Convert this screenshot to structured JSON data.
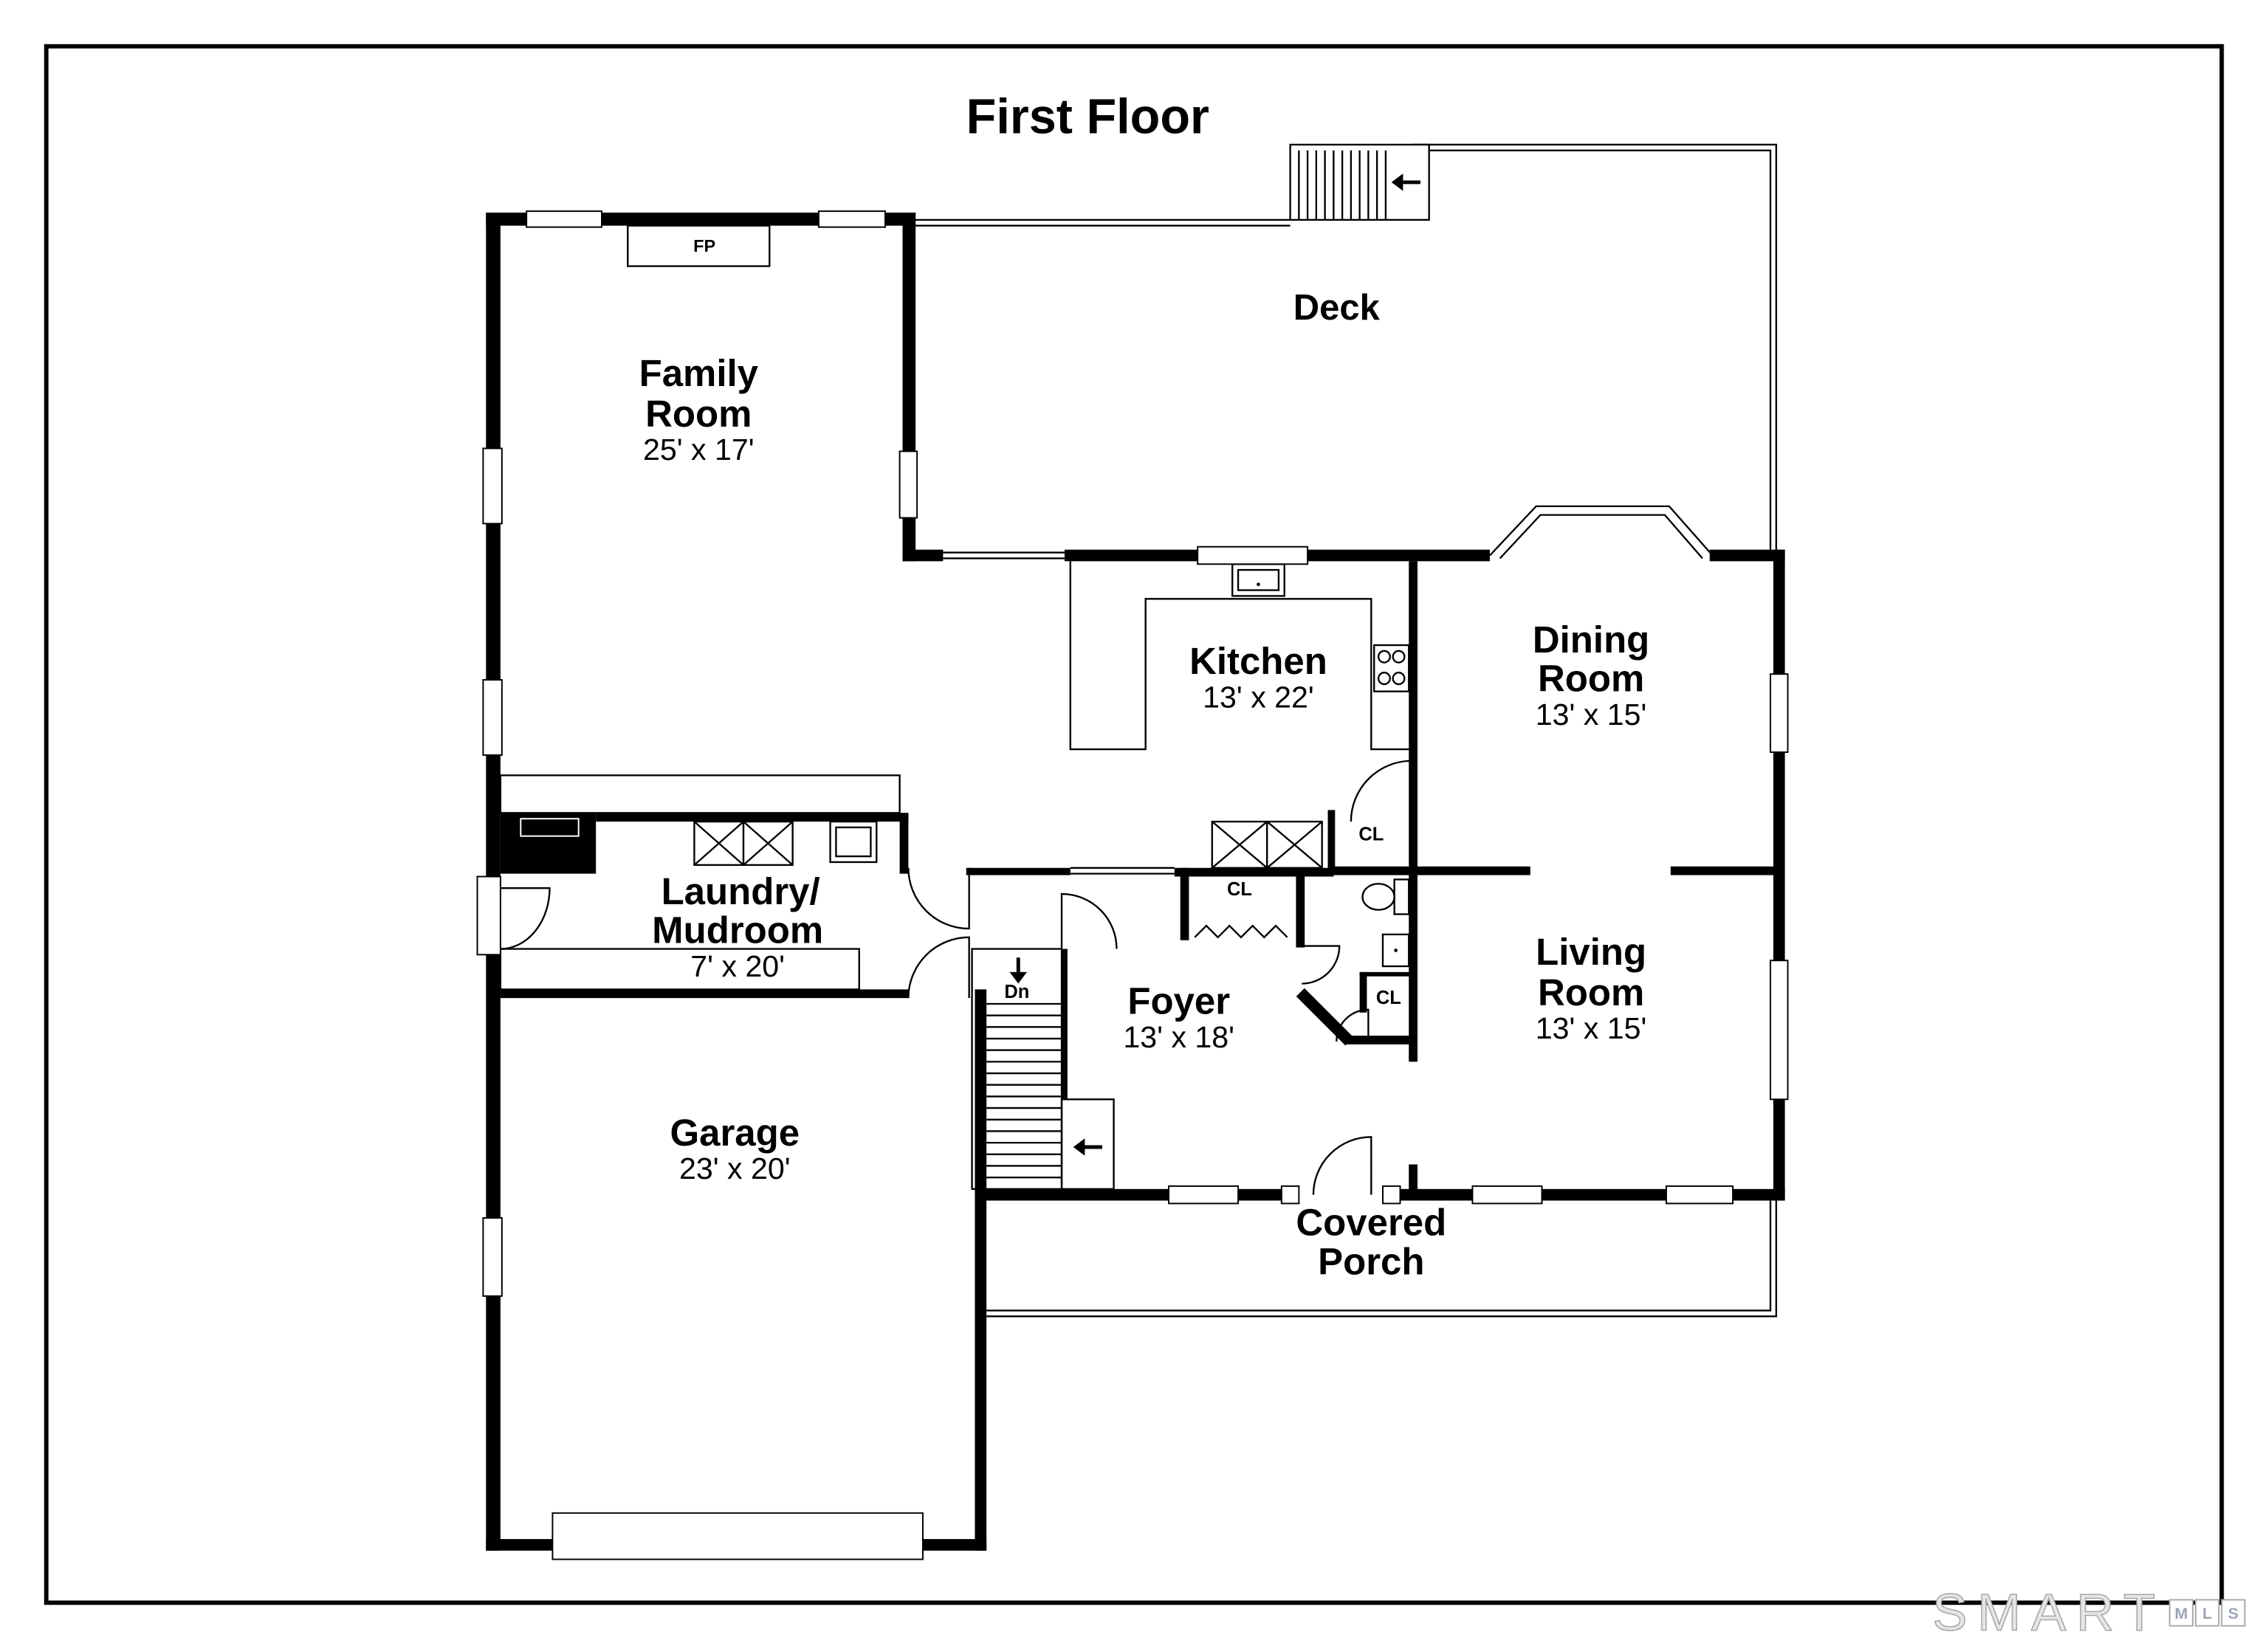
{
  "title": "First Floor",
  "rooms": {
    "family_room": {
      "name": [
        "Family",
        "Room"
      ],
      "size": "25' x 17'"
    },
    "kitchen": {
      "name": [
        "Kitchen"
      ],
      "size": "13' x 22'"
    },
    "dining_room": {
      "name": [
        "Dining",
        "Room"
      ],
      "size": "13' x 15'"
    },
    "laundry_mudroom": {
      "name": [
        "Laundry/",
        "Mudroom"
      ],
      "size": "7' x 20'"
    },
    "living_room": {
      "name": [
        "Living",
        "Room"
      ],
      "size": "13' x 15'"
    },
    "foyer": {
      "name": [
        "Foyer"
      ],
      "size": "13' x 18'"
    },
    "garage": {
      "name": [
        "Garage"
      ],
      "size": "23' x 20'"
    },
    "deck": {
      "name": [
        "Deck"
      ]
    },
    "covered_porch": {
      "name": [
        "Covered",
        "Porch"
      ]
    }
  },
  "fixtures": {
    "fireplace": "FP",
    "stairs_down": "Dn",
    "closets": [
      "CL",
      "CL",
      "CL"
    ]
  },
  "logo": {
    "brand": "SMART",
    "sub": [
      "M",
      "L",
      "S"
    ]
  },
  "colors": {
    "wall": "#000000",
    "background": "#ffffff",
    "logo": "#c8c8c8"
  }
}
